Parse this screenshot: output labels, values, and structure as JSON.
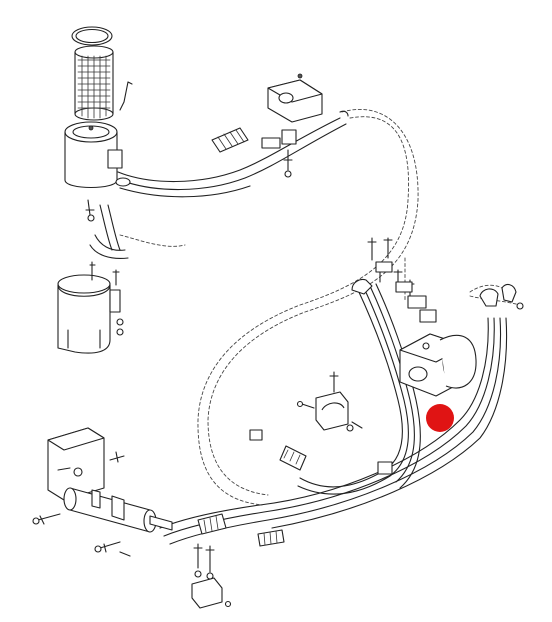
{
  "diagram": {
    "labels": [],
    "marker": {
      "color": "#e01414"
    },
    "line_color": "#222222",
    "background": "#ffffff",
    "parts": [
      "filter-element",
      "o-ring",
      "filter-housing",
      "filter-mounting-bracket",
      "valve-block",
      "hose-sleeve",
      "pump",
      "pump-fittings",
      "hose-clamp-bracket",
      "steering-cylinder",
      "cylinder-mount-bracket",
      "hose-clip"
    ]
  }
}
